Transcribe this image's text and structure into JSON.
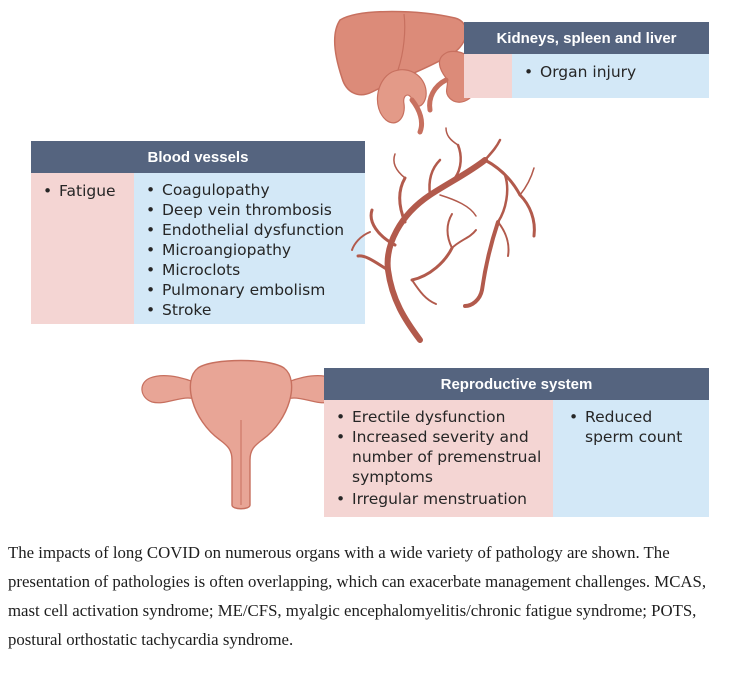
{
  "panels": {
    "organs": {
      "title": "Kidneys, spleen and liver",
      "pink_items": [],
      "blue_items": [
        "Organ injury"
      ]
    },
    "vessels": {
      "title": "Blood vessels",
      "pink_items": [
        "Fatigue"
      ],
      "blue_items": [
        "Coagulopathy",
        "Deep vein thrombosis",
        "Endothelial dysfunction",
        "Microangiopathy",
        "Microclots",
        "Pulmonary embolism",
        "Stroke"
      ]
    },
    "reproductive": {
      "title": "Reproductive system",
      "pink_items": [
        "Erectile dysfunction",
        "Increased severity and number of premenstrual symptoms",
        "Irregular menstruation"
      ],
      "blue_items": [
        "Reduced sperm count"
      ]
    }
  },
  "caption": "The impacts of long COVID on numerous organs with a wide variety of pathology are shown. The presentation of pathologies is often overlapping, which can exacerbate management challenges. MCAS, mast cell activation syndrome; ME/CFS, myalgic encephalomyelitis/chronic fatigue syndrome; POTS, postural orthostatic tachycardia syndrome.",
  "icons": [
    "liver-icon",
    "kidney-icon",
    "blood-vessel-icon",
    "uterus-icon"
  ],
  "colors": {
    "header": "#55647f",
    "pink_cell": "#f4d5d3",
    "blue_cell": "#d3e8f7",
    "organ": "#d98b7b",
    "vessel": "#b25a4c"
  }
}
